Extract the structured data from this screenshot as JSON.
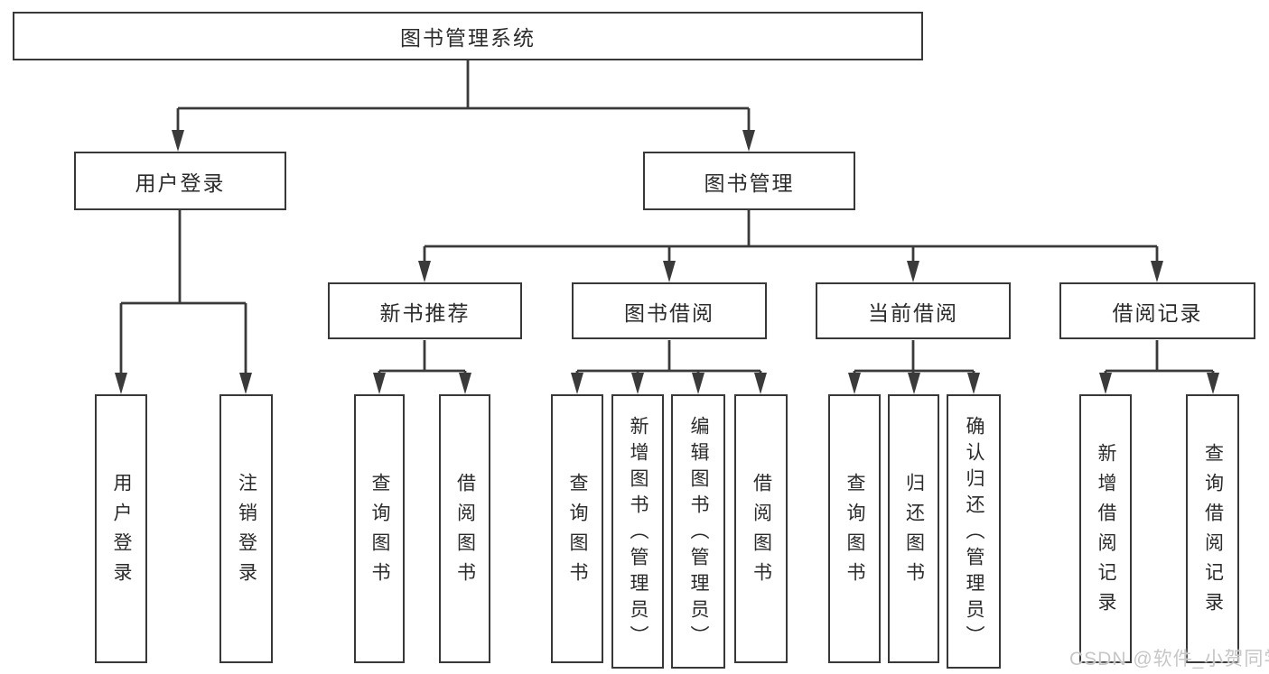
{
  "title": {
    "label": "图书管理系统"
  },
  "level2": {
    "user_login": {
      "label": "用户登录"
    },
    "book_mgmt": {
      "label": "图书管理"
    }
  },
  "user_login_children": [
    {
      "label": "用户登录"
    },
    {
      "label": "注销登录"
    }
  ],
  "sections": [
    {
      "label": "新书推荐",
      "children": [
        {
          "label": "查询图书"
        },
        {
          "label": "借阅图书"
        }
      ]
    },
    {
      "label": "图书借阅",
      "children": [
        {
          "label": "查询图书"
        },
        {
          "label": "新增图书（管理员）"
        },
        {
          "label": "编辑图书（管理员）"
        },
        {
          "label": "借阅图书"
        }
      ]
    },
    {
      "label": "当前借阅",
      "children": [
        {
          "label": "查询图书"
        },
        {
          "label": "归还图书"
        },
        {
          "label": "确认归还（管理员）"
        }
      ]
    },
    {
      "label": "借阅记录",
      "children": [
        {
          "label": "新增借阅记录"
        },
        {
          "label": "查询借阅记录"
        }
      ]
    }
  ],
  "watermark": "CSDN @软件_小贺同学",
  "colors": {
    "line": "#3a3a3a",
    "box_border": "#383838",
    "text": "#2b2b2b",
    "background": "#ffffff",
    "watermark": "#c7c7c7"
  }
}
